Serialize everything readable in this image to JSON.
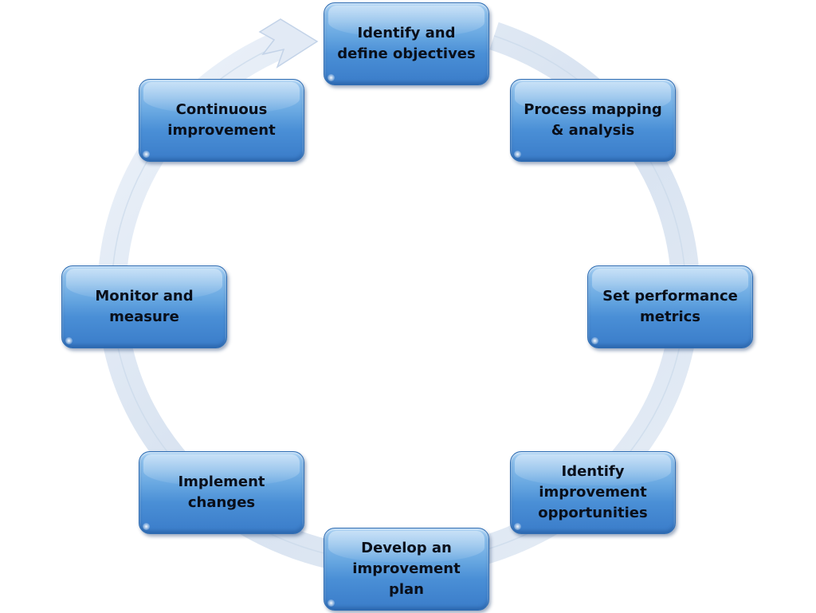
{
  "diagram": {
    "type": "cycle",
    "steps": [
      {
        "lines": [
          "Identify and",
          "define objectives"
        ]
      },
      {
        "lines": [
          "Process mapping",
          "& analysis"
        ]
      },
      {
        "lines": [
          "Set performance",
          "metrics"
        ]
      },
      {
        "lines": [
          "Identify",
          "improvement",
          "opportunities"
        ]
      },
      {
        "lines": [
          "Develop an",
          "improvement plan"
        ]
      },
      {
        "lines": [
          "Implement",
          "changes"
        ]
      },
      {
        "lines": [
          "Monitor and",
          "measure"
        ]
      },
      {
        "lines": [
          "Continuous",
          "improvement"
        ]
      }
    ],
    "colors": {
      "box_fill": "#4a8fd6",
      "box_border": "#2f6db3",
      "ring": "#dbe6f3",
      "text": "#0a0f1a"
    }
  }
}
